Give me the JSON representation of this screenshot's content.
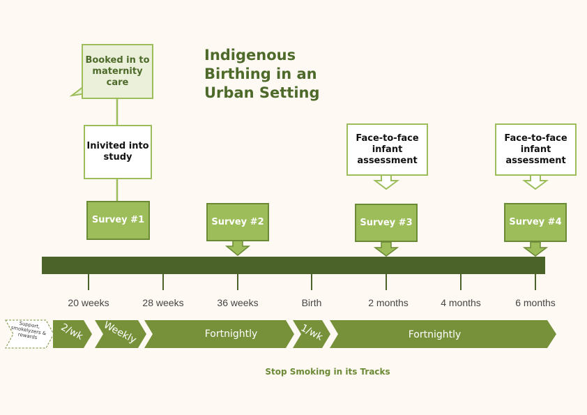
{
  "title": "Indigenous Birthing in an Urban Setting",
  "callout": {
    "text": "Booked in to maternity care"
  },
  "invited": {
    "text": "Inivited into study"
  },
  "assessment_1": {
    "text": "Face-to-face infant assessment"
  },
  "assessment_2": {
    "text": "Face-to-face infant assessment"
  },
  "surveys": [
    {
      "label": "Survey #1"
    },
    {
      "label": "Survey #2"
    },
    {
      "label": "Survey #3"
    },
    {
      "label": "Survey #4"
    }
  ],
  "ticks": [
    {
      "label": "20 weeks"
    },
    {
      "label": "28 weeks"
    },
    {
      "label": "36 weeks"
    },
    {
      "label": "Birth"
    },
    {
      "label": "2 months"
    },
    {
      "label": "4 months"
    },
    {
      "label": "6 months"
    }
  ],
  "support": {
    "text": "Support, smokelyzers & rewards"
  },
  "schedule": [
    {
      "label": "2/wk"
    },
    {
      "label": "Weekly"
    },
    {
      "label": "Fortnightly"
    },
    {
      "label": "1/wk"
    },
    {
      "label": "Fortnightly"
    }
  ],
  "caption": "Stop Smoking in its Tracks",
  "colors": {
    "dark_green": "#4b6229",
    "mid_green": "#76913a",
    "light_green": "#9cbd5a",
    "pale_green": "#eaf0d9",
    "background": "#fef9f3"
  }
}
